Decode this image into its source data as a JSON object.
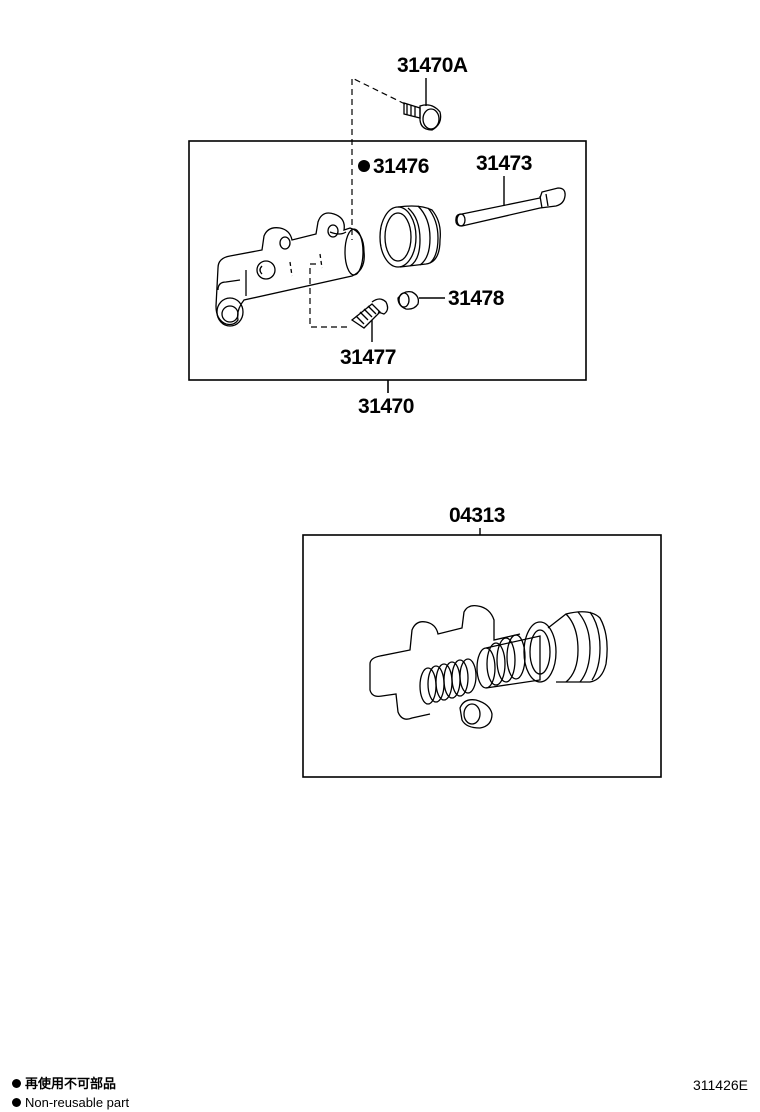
{
  "parts": {
    "bolt": "31470A",
    "boot": "31476",
    "push_rod": "31473",
    "cap": "31478",
    "bleeder_plug": "31477",
    "cylinder_assy": "31470",
    "kit": "04313"
  },
  "legend": {
    "jp_text": "再使用不可部品",
    "en_text": "Non-reusable part"
  },
  "doc_id": "311426E"
}
